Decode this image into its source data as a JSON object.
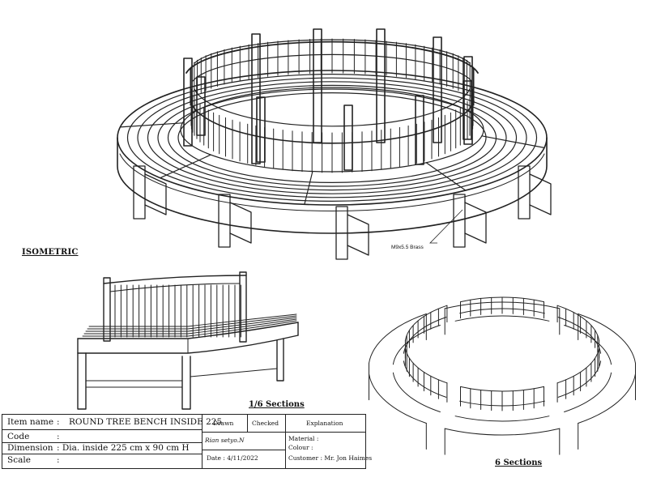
{
  "labels": {
    "isometric": "ISOMETRIC",
    "callout": "M9x5.5 Brass",
    "section": "1/6 Sections",
    "six_sections": "6 Sections"
  },
  "title_block": {
    "item_name_label": "Item name",
    "item_name_sep": ":",
    "item_name_value": "ROUND TREE BENCH INSIDE 225",
    "code_label": "Code",
    "code_sep": ":",
    "dimension_label": "Dimension",
    "dimension_value": ": Dia. inside 225 cm x 90 cm H",
    "scale_label": "Scale",
    "scale_sep": ":",
    "drawn_header": "Drawn",
    "checked_header": "Checked",
    "explanation_header": "Explanation",
    "drawn_by": "Rian setyo.N",
    "date": "Date : 4/11/2022",
    "material": "Material :",
    "colour": "Colour :",
    "customer": "Customer : Mr. Jon Haimes"
  }
}
